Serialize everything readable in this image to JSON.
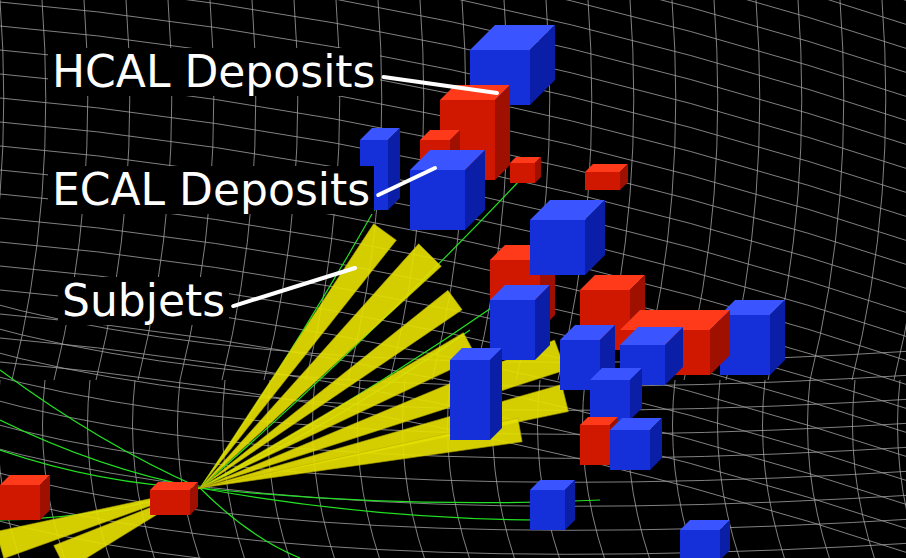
{
  "diagram": {
    "labels": [
      "HCAL Deposits",
      "ECAL Deposits",
      "Subjets"
    ]
  }
}
